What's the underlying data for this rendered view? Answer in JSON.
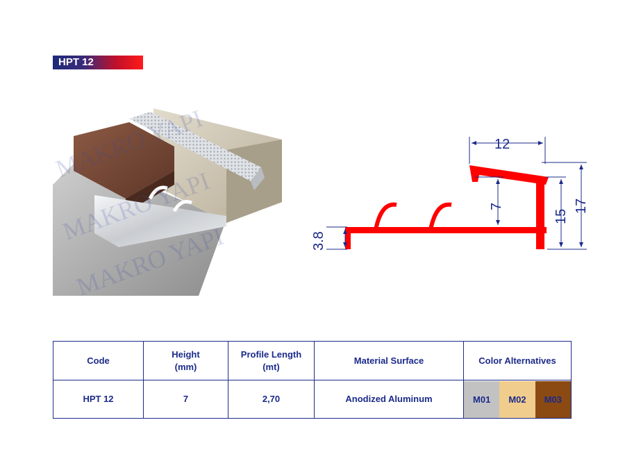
{
  "header": {
    "code_badge": "HPT 12",
    "badge_gradient": [
      "#1f2a7a",
      "#ff1a1a"
    ]
  },
  "illustration": {
    "watermark": "MAKRO YAPI"
  },
  "drawing": {
    "profile_color": "#ff0000",
    "dimension_color": "#1b2a8a",
    "dims": {
      "width": "12",
      "inner_height": "7",
      "mid_height": "15",
      "total_height": "17",
      "base_height": "3.8"
    }
  },
  "table": {
    "headers": {
      "code": "Code",
      "height": "Height\n(mm)",
      "length": "Profile Length\n(mt)",
      "material": "Material Surface",
      "colors": "Color Alternatives"
    },
    "row": {
      "code": "HPT 12",
      "height": "7",
      "length": "2,70",
      "material": "Anodized Aluminum"
    },
    "color_alternatives": [
      {
        "label": "M01",
        "color": "#c2c2c2"
      },
      {
        "label": "M02",
        "color": "#f0cd8c"
      },
      {
        "label": "M03",
        "color": "#8a4a12"
      }
    ],
    "border_color": "#1b2a8a"
  }
}
